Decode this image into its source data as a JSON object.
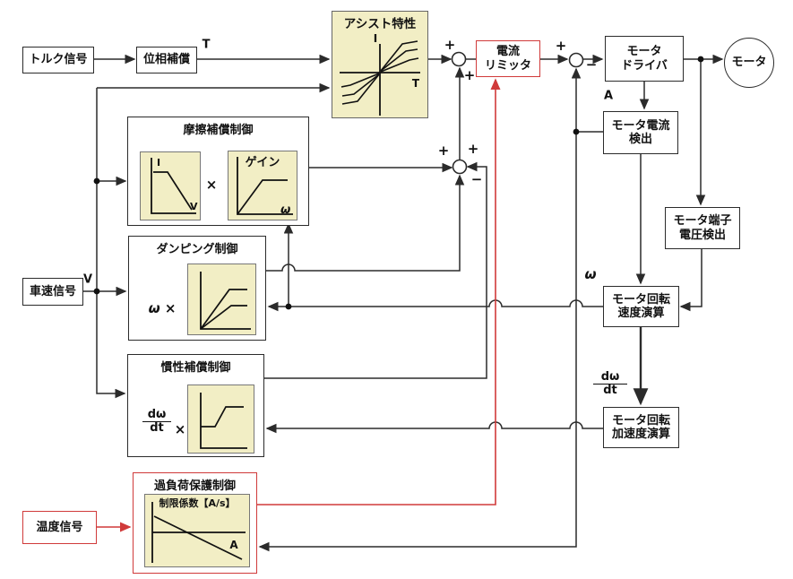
{
  "colors": {
    "accent_red": "#d03a3a",
    "panel_yellow": "#f2eec5",
    "line": "#2b2b2b"
  },
  "blocks": {
    "torque_signal": {
      "label": "トルク信号"
    },
    "phase_compensation": {
      "label": "位相補償"
    },
    "assist_characteristic": {
      "label": "アシスト特性",
      "y_axis": "I",
      "x_axis": "T"
    },
    "current_limiter": {
      "label": "電流\nリミッタ"
    },
    "motor_driver": {
      "label": "モータ\nドライバ"
    },
    "motor": {
      "label": "モータ"
    },
    "motor_current_detection": {
      "label": "モータ電流\n検出"
    },
    "motor_terminal_voltage_detection": {
      "label": "モータ端子\n電圧検出"
    },
    "motor_speed_calculation": {
      "label": "モータ回転\n速度演算"
    },
    "motor_acceleration_calculation": {
      "label": "モータ回転\n加速度演算"
    },
    "friction_compensation": {
      "label": "摩擦補償制御",
      "graph1_y": "I",
      "graph1_x": "V",
      "multiply": "×",
      "gain_title": "ゲイン",
      "gain_x": "ω"
    },
    "damping_control": {
      "label": "ダンピング制御",
      "factor": "ω ×"
    },
    "inertia_compensation": {
      "label": "慣性補償制御",
      "factor_num": "dω",
      "factor_den": "dt",
      "multiply": "×"
    },
    "overload_protection": {
      "label": "過負荷保護制御",
      "graph_title": "制限係数【A/s】",
      "graph_x": "A"
    },
    "temperature_signal": {
      "label": "温度信号"
    },
    "vehicle_speed_signal": {
      "label": "車速信号"
    }
  },
  "signal_labels": {
    "torque": "T",
    "vehicle_speed": "V",
    "current": "A",
    "omega": "ω",
    "domega_num": "dω",
    "domega_den": "dt"
  },
  "junction_signs": {
    "j1_left": "+",
    "j1_bottom": "+",
    "j2_left": "+",
    "j2_bottom": "−",
    "j3_left": "+",
    "j3_right": "+",
    "j3_bottom": "−"
  }
}
